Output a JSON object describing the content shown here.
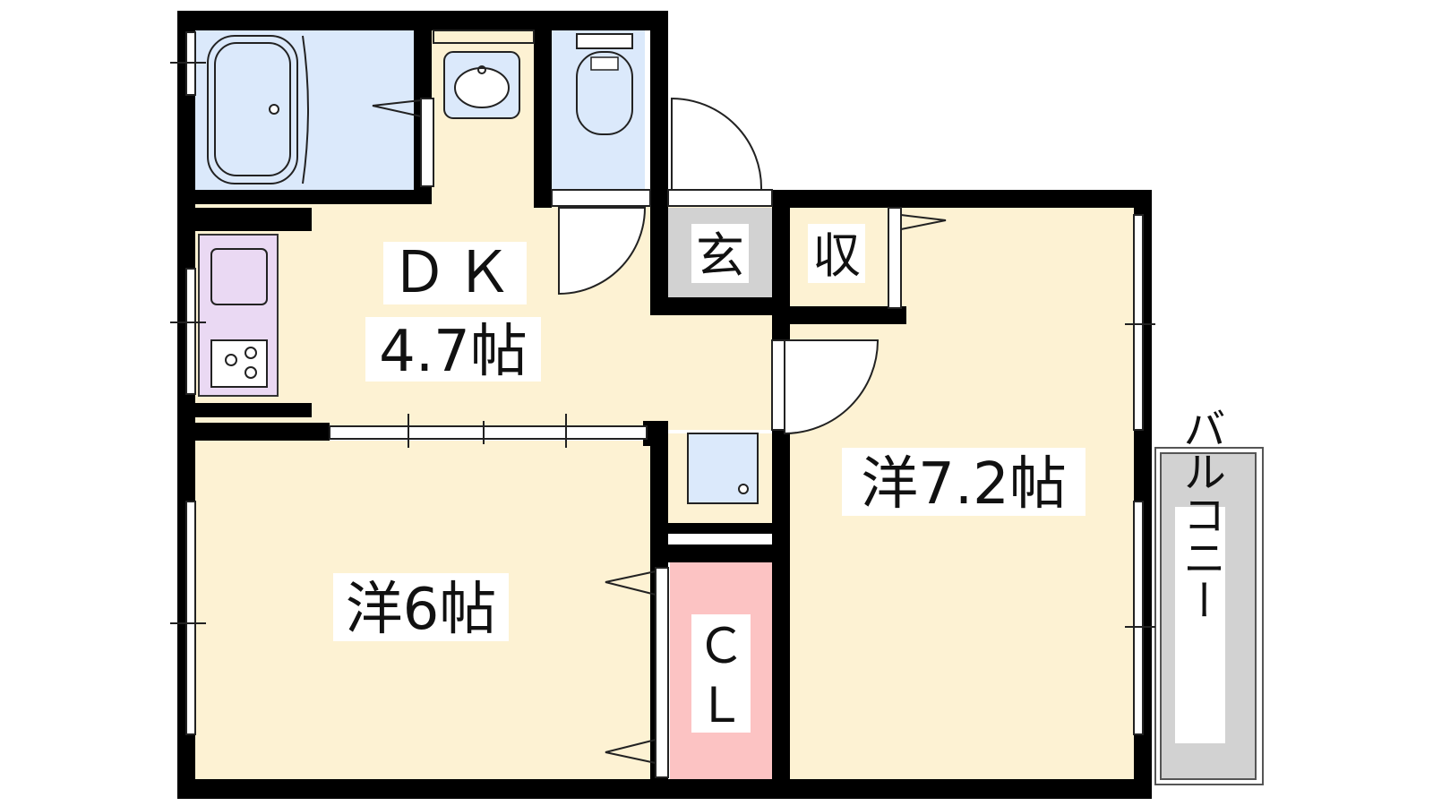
{
  "rooms": {
    "dk": {
      "name": "ＤＫ",
      "size": "4.7帖"
    },
    "western_a": {
      "label": "洋6帖"
    },
    "western_b": {
      "label": "洋7.2帖"
    },
    "entrance": {
      "label": "玄"
    },
    "storage": {
      "label": "収"
    },
    "closet": {
      "label_line1": "Ｃ",
      "label_line2": "Ｌ"
    },
    "balcony": {
      "label": "バルコニー"
    }
  },
  "colors": {
    "wall": "#000000",
    "wet_area": "#dbe9fb",
    "kitchen": "#ead9f3",
    "living": "#fdf2d3",
    "storage": "#fcc3c3",
    "entrance": "#d2d2d2",
    "balcony": "#d2d2d2"
  }
}
